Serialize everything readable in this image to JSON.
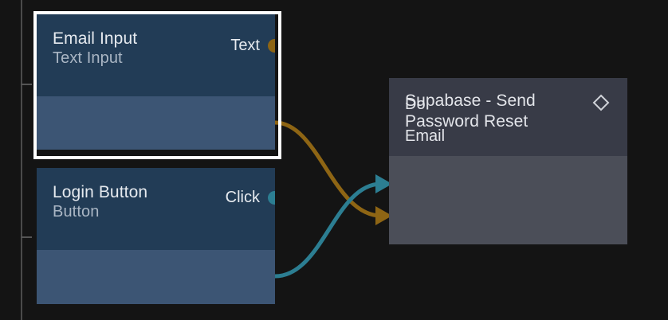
{
  "canvas": {
    "background": "#141414",
    "ruler": {
      "name": "vertical-guide",
      "ticks": [
        105,
        297
      ]
    }
  },
  "colors": {
    "widget_header": "#223c56",
    "widget_body": "#3c5574",
    "action_header": "#383b47",
    "action_body": "#4b4e58",
    "wire_amber": "#8e6514",
    "wire_teal": "#2c7e92",
    "selection": "#ffffff",
    "text_primary": "#e6eaef",
    "text_secondary": "#aab6c4"
  },
  "nodes": [
    {
      "id": "email-input",
      "title": "Email Input",
      "subtitle": "Text Input",
      "selected": true,
      "ports_out": [
        {
          "label": "Text",
          "color": "amber",
          "icon": "port-dot-icon"
        }
      ]
    },
    {
      "id": "login-button",
      "title": "Login Button",
      "subtitle": "Button",
      "selected": false,
      "ports_out": [
        {
          "label": "Click",
          "color": "teal",
          "icon": "port-dot-icon"
        }
      ]
    },
    {
      "id": "supabase-send-password-reset",
      "title": "Supabase - Send Password Reset",
      "badge_icon": "diamond-icon",
      "ports_in": [
        {
          "label": "Do",
          "color": "teal",
          "icon": "arrow-right-icon"
        },
        {
          "label": "Email",
          "color": "amber",
          "icon": "arrow-right-icon"
        }
      ]
    }
  ],
  "connections": [
    {
      "id": "text-to-email",
      "from": "email-input.Text",
      "to": "supabase-send-password-reset.Email",
      "color": "#8e6514"
    },
    {
      "id": "click-to-do",
      "from": "login-button.Click",
      "to": "supabase-send-password-reset.Do",
      "color": "#2c7e92"
    }
  ]
}
